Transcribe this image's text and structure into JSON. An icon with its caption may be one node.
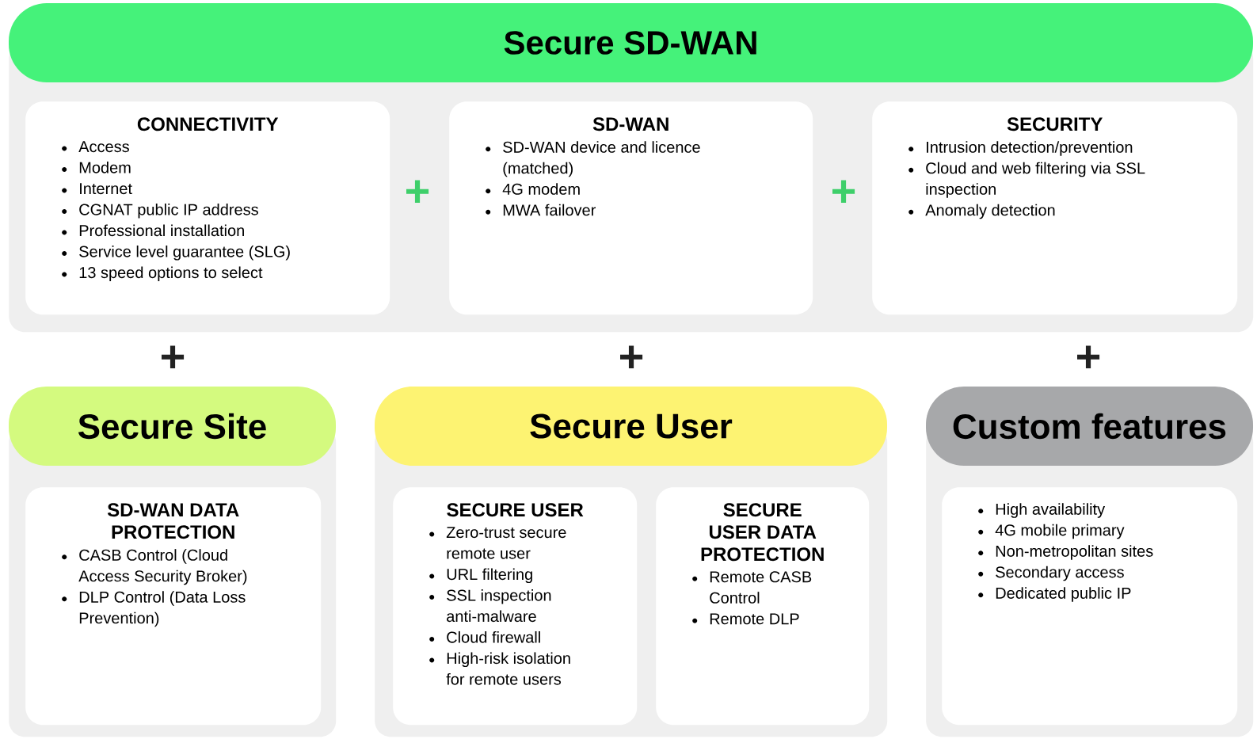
{
  "diagram": {
    "nodes": [
      {
        "text": [
          "Secure SD-WAN"
        ]
      },
      {
        "text": [
          "CONNECTIVITY",
          "Access",
          "Modem",
          "Internet",
          "CGNAT public IP address",
          "Professional installation",
          "Service level guarantee (SLG)",
          "13 speed options to select"
        ],
        "in": 0
      },
      {
        "text": [
          "SD-WAN",
          "SD-WAN device and licence (matched)",
          "4G modem",
          "MWA failover"
        ],
        "in": 0
      },
      {
        "text": [
          "SECURITY",
          "Intrusion detection/prevention",
          "Cloud and web filtering via SSL inspection",
          "Anomaly detection"
        ],
        "in": 0
      },
      {
        "text": [
          "Secure Site"
        ]
      },
      {
        "text": [
          "SD-WAN DATA PROTECTION",
          "CASB Control (Cloud Access Security Broker)",
          "DLP Control (Data Loss Prevention)"
        ],
        "in": 4
      },
      {
        "text": [
          "Secure User"
        ]
      },
      {
        "text": [
          "SECURE USER",
          "Zero-trust secure remote user",
          "URL filtering",
          "SSL inspection anti-malware",
          "Cloud firewall",
          "High-risk isolation for remote users"
        ],
        "in": 6
      },
      {
        "text": [
          "SECURE USER DATA PROTECTION",
          "Remote CASB Control",
          "Remote DLP"
        ],
        "in": 6
      },
      {
        "text": [
          "Custom features"
        ]
      },
      {
        "text": [
          "High availability",
          "4G mobile primary",
          "Non-metropolitan sites",
          "Secondary access",
          "Dedicated public IP"
        ],
        "in": 9
      }
    ],
    "labels": [
      "+",
      "+",
      "+",
      "+",
      "+"
    ]
  }
}
